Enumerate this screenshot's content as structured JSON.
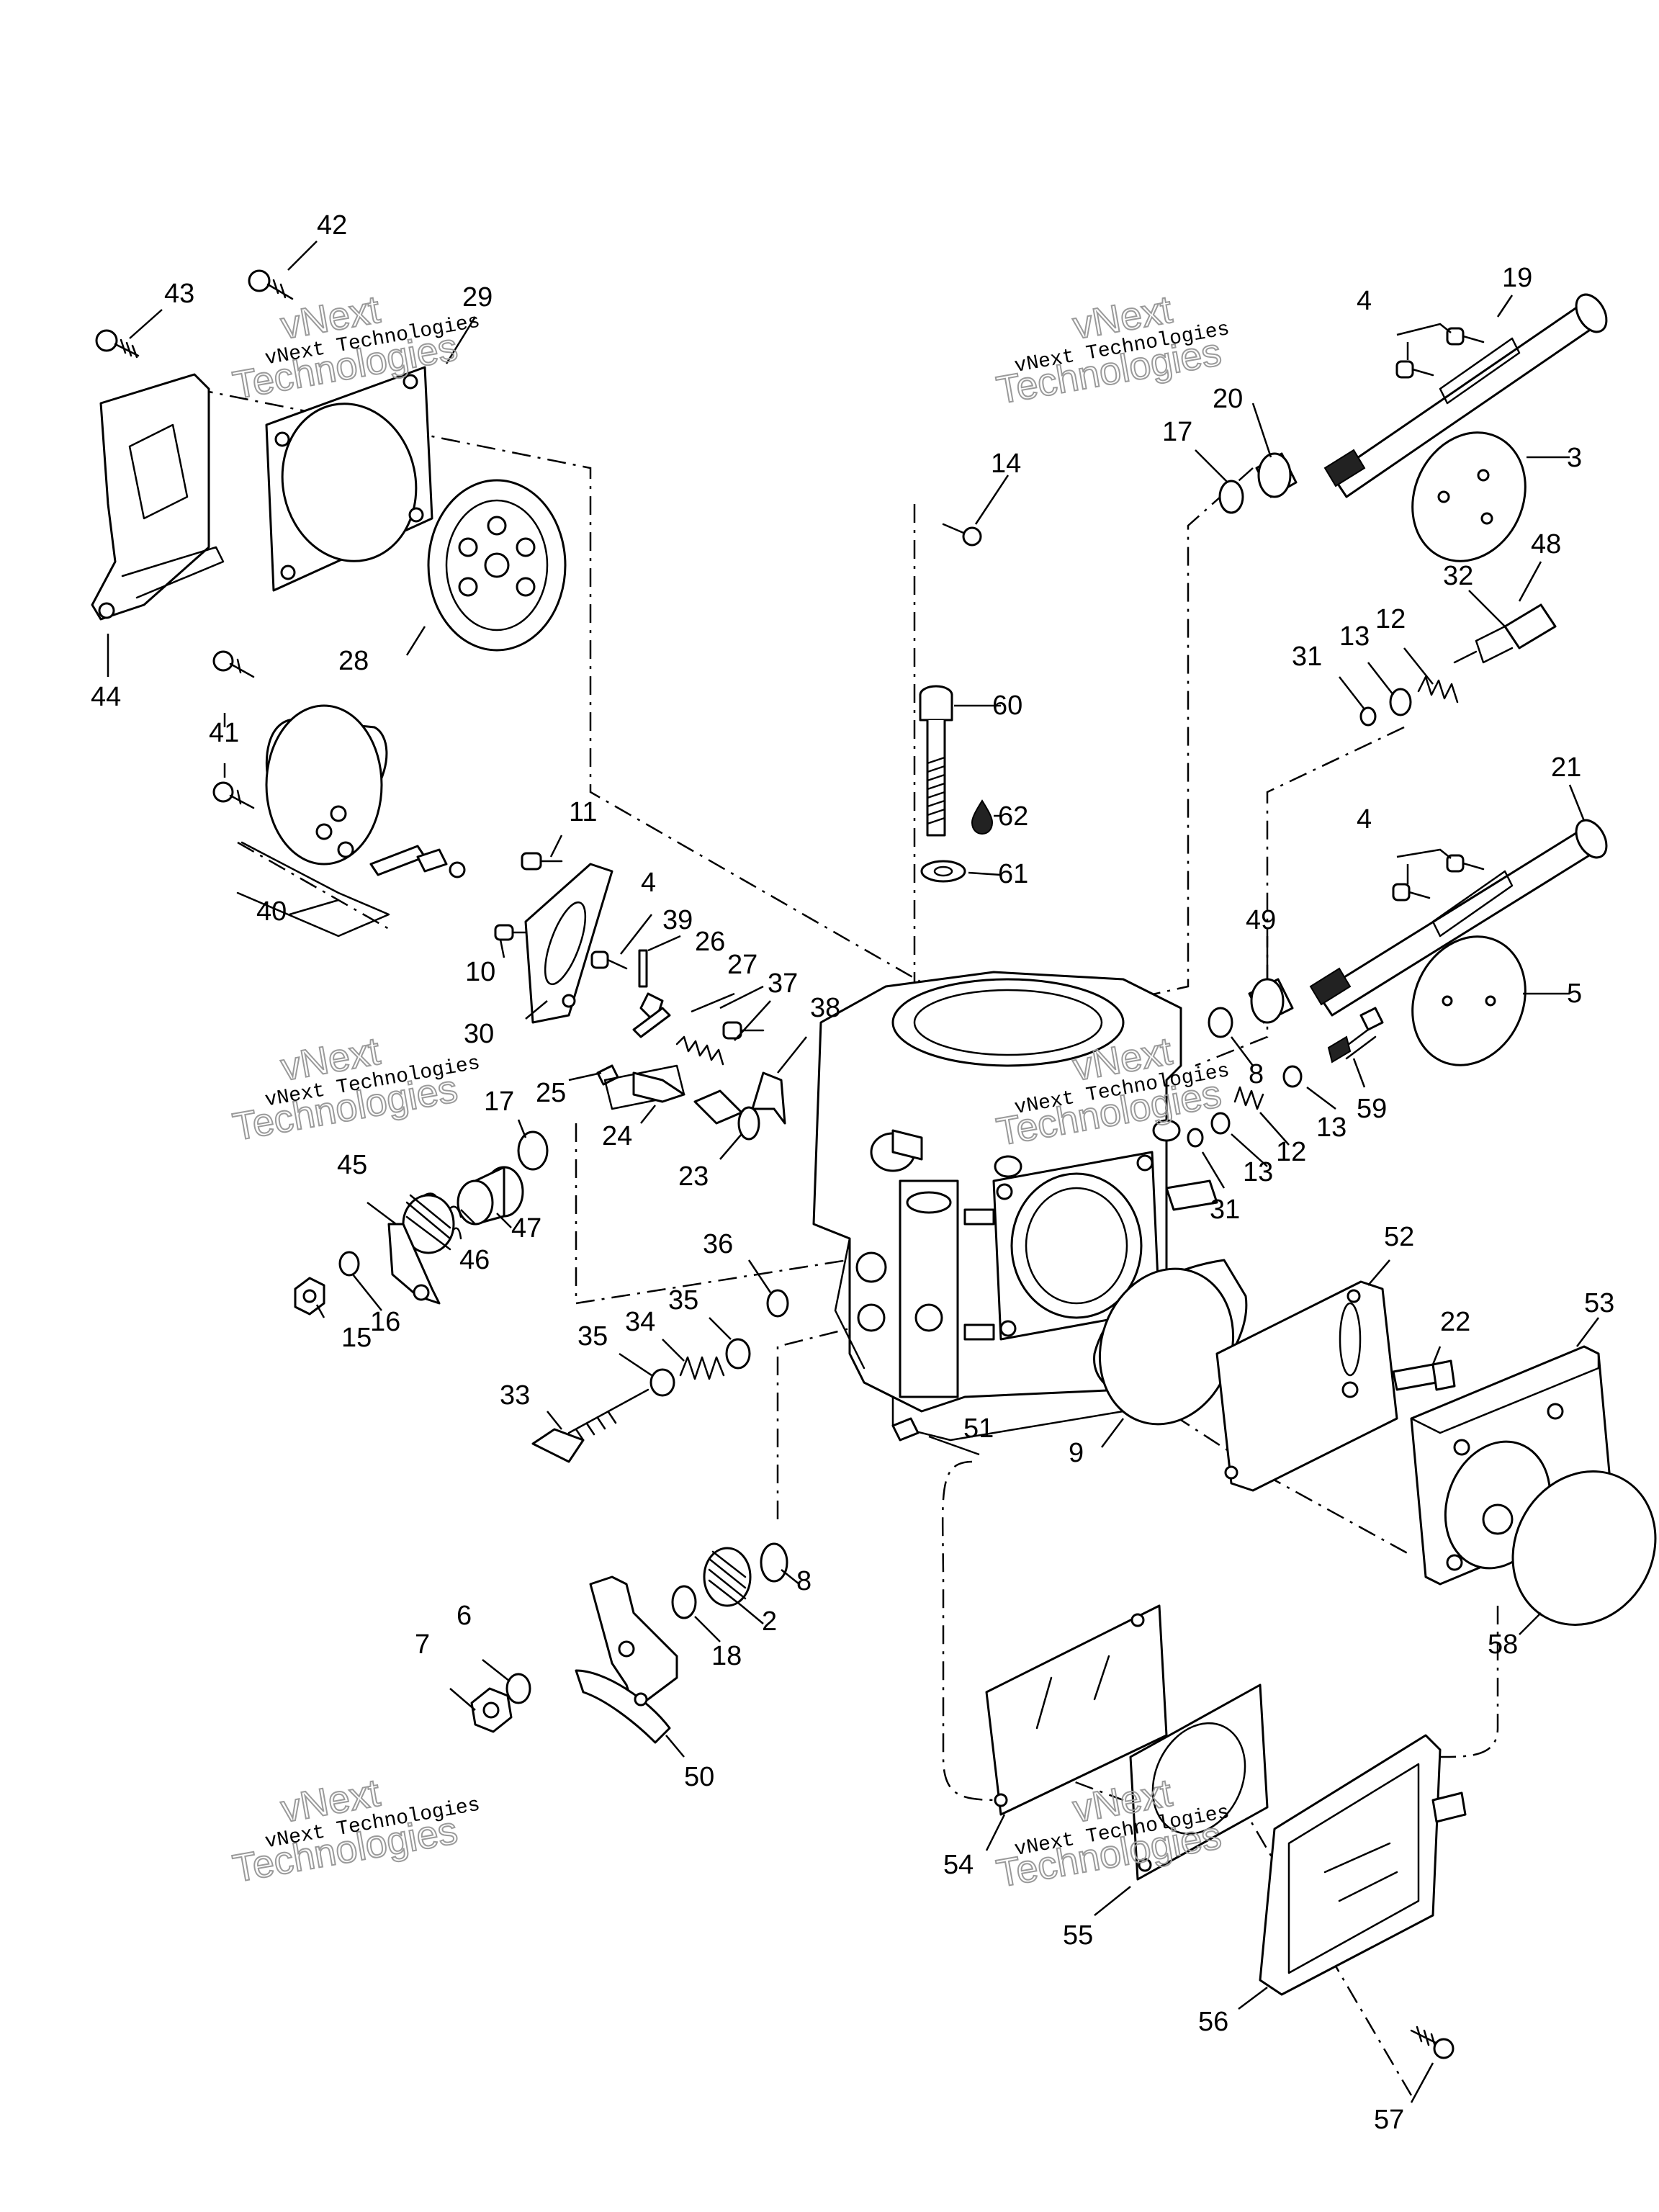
{
  "callouts": {
    "c2": "2",
    "c3": "3",
    "c4a": "4",
    "c4b": "4",
    "c4c": "4",
    "c5": "5",
    "c6": "6",
    "c7": "7",
    "c8a": "8",
    "c8b": "8",
    "c9": "9",
    "c10": "10",
    "c11": "11",
    "c12a": "12",
    "c12b": "12",
    "c13a": "13",
    "c13b": "13",
    "c13c": "13",
    "c14": "14",
    "c15": "15",
    "c16": "16",
    "c17a": "17",
    "c17b": "17",
    "c18": "18",
    "c19": "19",
    "c20": "20",
    "c21": "21",
    "c22": "22",
    "c23": "23",
    "c24": "24",
    "c25": "25",
    "c26": "26",
    "c27": "27",
    "c28": "28",
    "c29": "29",
    "c30": "30",
    "c31a": "31",
    "c31b": "31",
    "c32": "32",
    "c33": "33",
    "c34": "34",
    "c35a": "35",
    "c35b": "35",
    "c36": "36",
    "c37": "37",
    "c38": "38",
    "c39": "39",
    "c40": "40",
    "c41": "41",
    "c42": "42",
    "c43": "43",
    "c44": "44",
    "c45": "45",
    "c46": "46",
    "c47": "47",
    "c48": "48",
    "c49": "49",
    "c50": "50",
    "c51": "51",
    "c52": "52",
    "c53": "53",
    "c54": "54",
    "c55": "55",
    "c56": "56",
    "c57": "57",
    "c58": "58",
    "c59": "59",
    "c60": "60",
    "c61": "61",
    "c62": "62"
  },
  "watermark": {
    "line1": "vNext",
    "line2": "Technologies",
    "label": "vNext Technologies"
  }
}
